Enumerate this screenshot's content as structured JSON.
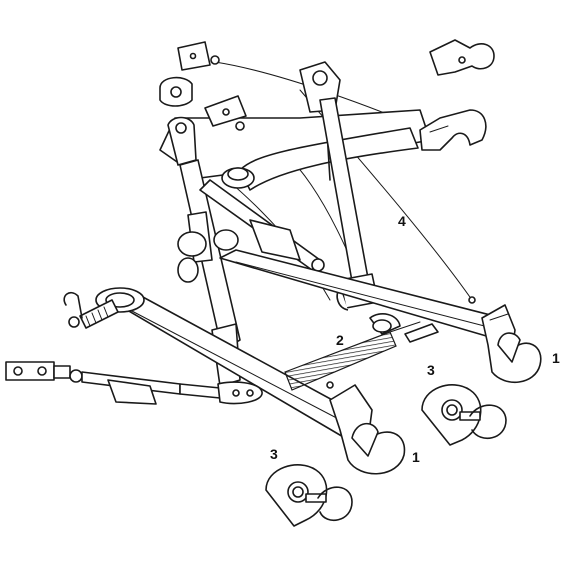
{
  "callouts": {
    "label_1_right": "1",
    "label_1_front": "1",
    "label_2": "2",
    "label_3_right": "3",
    "label_3_left": "3",
    "label_4": "4"
  },
  "colors": {
    "ink": "#1a1a1a",
    "paper": "#ffffff"
  }
}
